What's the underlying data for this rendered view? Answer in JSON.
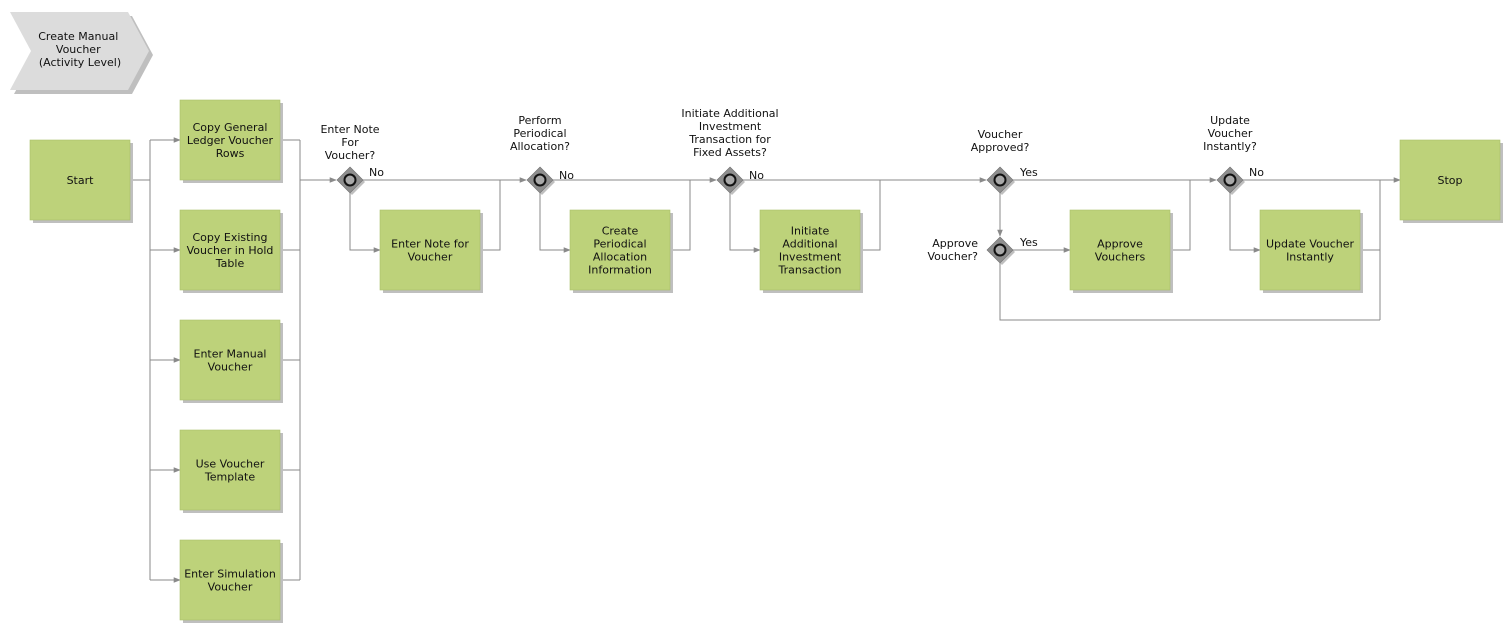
{
  "title_chevron": {
    "label": "Create Manual Voucher (Activity Level)"
  },
  "events": {
    "start": "Start",
    "stop": "Stop"
  },
  "activities": {
    "copy_gl_rows": "Copy General Ledger Voucher Rows",
    "copy_existing": "Copy Existing Voucher in Hold Table",
    "enter_manual": "Enter Manual Voucher",
    "use_template": "Use Voucher Template",
    "enter_simulation": "Enter Simulation Voucher",
    "enter_note": "Enter Note for Voucher",
    "create_periodical": "Create Periodical Allocation Information",
    "initiate_investment": "Initiate Additional Investment Transaction",
    "approve_vouchers": "Approve Vouchers",
    "update_instantly": "Update Voucher Instantly"
  },
  "gateways": {
    "enter_note_q": "Enter Note For Voucher?",
    "periodical_q": "Perform Periodical Allocation?",
    "investment_q": "Initiate Additional Investment Transaction for Fixed Assets?",
    "approved_q": "Voucher Approved?",
    "approve_q": "Approve Voucher?",
    "update_q": "Update Voucher Instantly?"
  },
  "flow_labels": {
    "no": "No",
    "yes": "Yes"
  },
  "colors": {
    "activity_fill": "#bdd27a",
    "gateway_fill": "#8f8f8f",
    "connector": "#8a8a8a",
    "chevron_fill": "#dcdcdc"
  }
}
